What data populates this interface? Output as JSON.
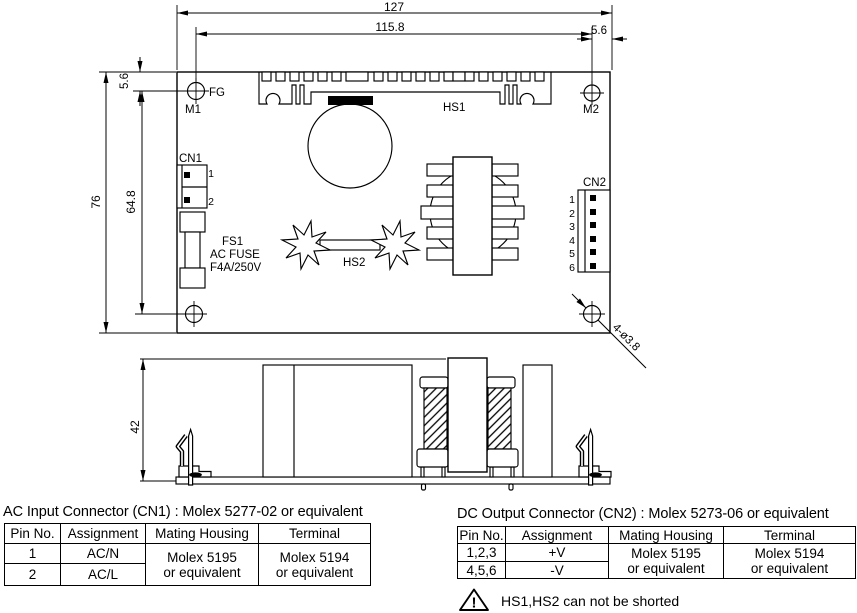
{
  "drawing": {
    "dims": {
      "board_width": "127",
      "mount_hole_span_x": "115.8",
      "m2_edge_offset": "5.6",
      "m1_edge_offset": "5.6",
      "board_depth": "76",
      "mount_hole_span_y": "64.8",
      "mount_hole_callout": "4-ø3.8",
      "overall_height": "42"
    },
    "labels": {
      "fg": "FG",
      "m1": "M1",
      "m2": "M2",
      "hs1": "HS1",
      "hs2": "HS2",
      "cn1": "CN1",
      "cn2": "CN2",
      "fs1": "FS1",
      "fuse_type": "AC FUSE",
      "fuse_rating": "F4A/250V",
      "cn1_pins": [
        "1",
        "2"
      ],
      "cn2_pins": [
        "1",
        "2",
        "3",
        "4",
        "5",
        "6"
      ]
    }
  },
  "tables": {
    "ac_input": {
      "title": "AC Input Connector (CN1) : Molex 5277-02  or equivalent",
      "headers": [
        "Pin No.",
        "Assignment",
        "Mating Housing",
        "Terminal"
      ],
      "rows": [
        [
          "1",
          "AC/N"
        ],
        [
          "2",
          "AC/L"
        ]
      ],
      "mating_housing": {
        "line1": "Molex 5195",
        "line2": "or equivalent"
      },
      "terminal": {
        "line1": "Molex 5194",
        "line2": "or equivalent"
      }
    },
    "dc_output": {
      "title": "DC Output Connector (CN2) : Molex 5273-06 or equivalent",
      "headers": [
        "Pin No.",
        "Assignment",
        "Mating Housing",
        "Terminal"
      ],
      "rows": [
        [
          "1,2,3",
          "+V"
        ],
        [
          "4,5,6",
          "-V"
        ]
      ],
      "mating_housing": {
        "line1": "Molex 5195",
        "line2": "or equivalent"
      },
      "terminal": {
        "line1": "Molex 5194",
        "line2": "or equivalent"
      }
    }
  },
  "note": {
    "mark": "!",
    "text": "HS1,HS2 can not be shorted"
  }
}
